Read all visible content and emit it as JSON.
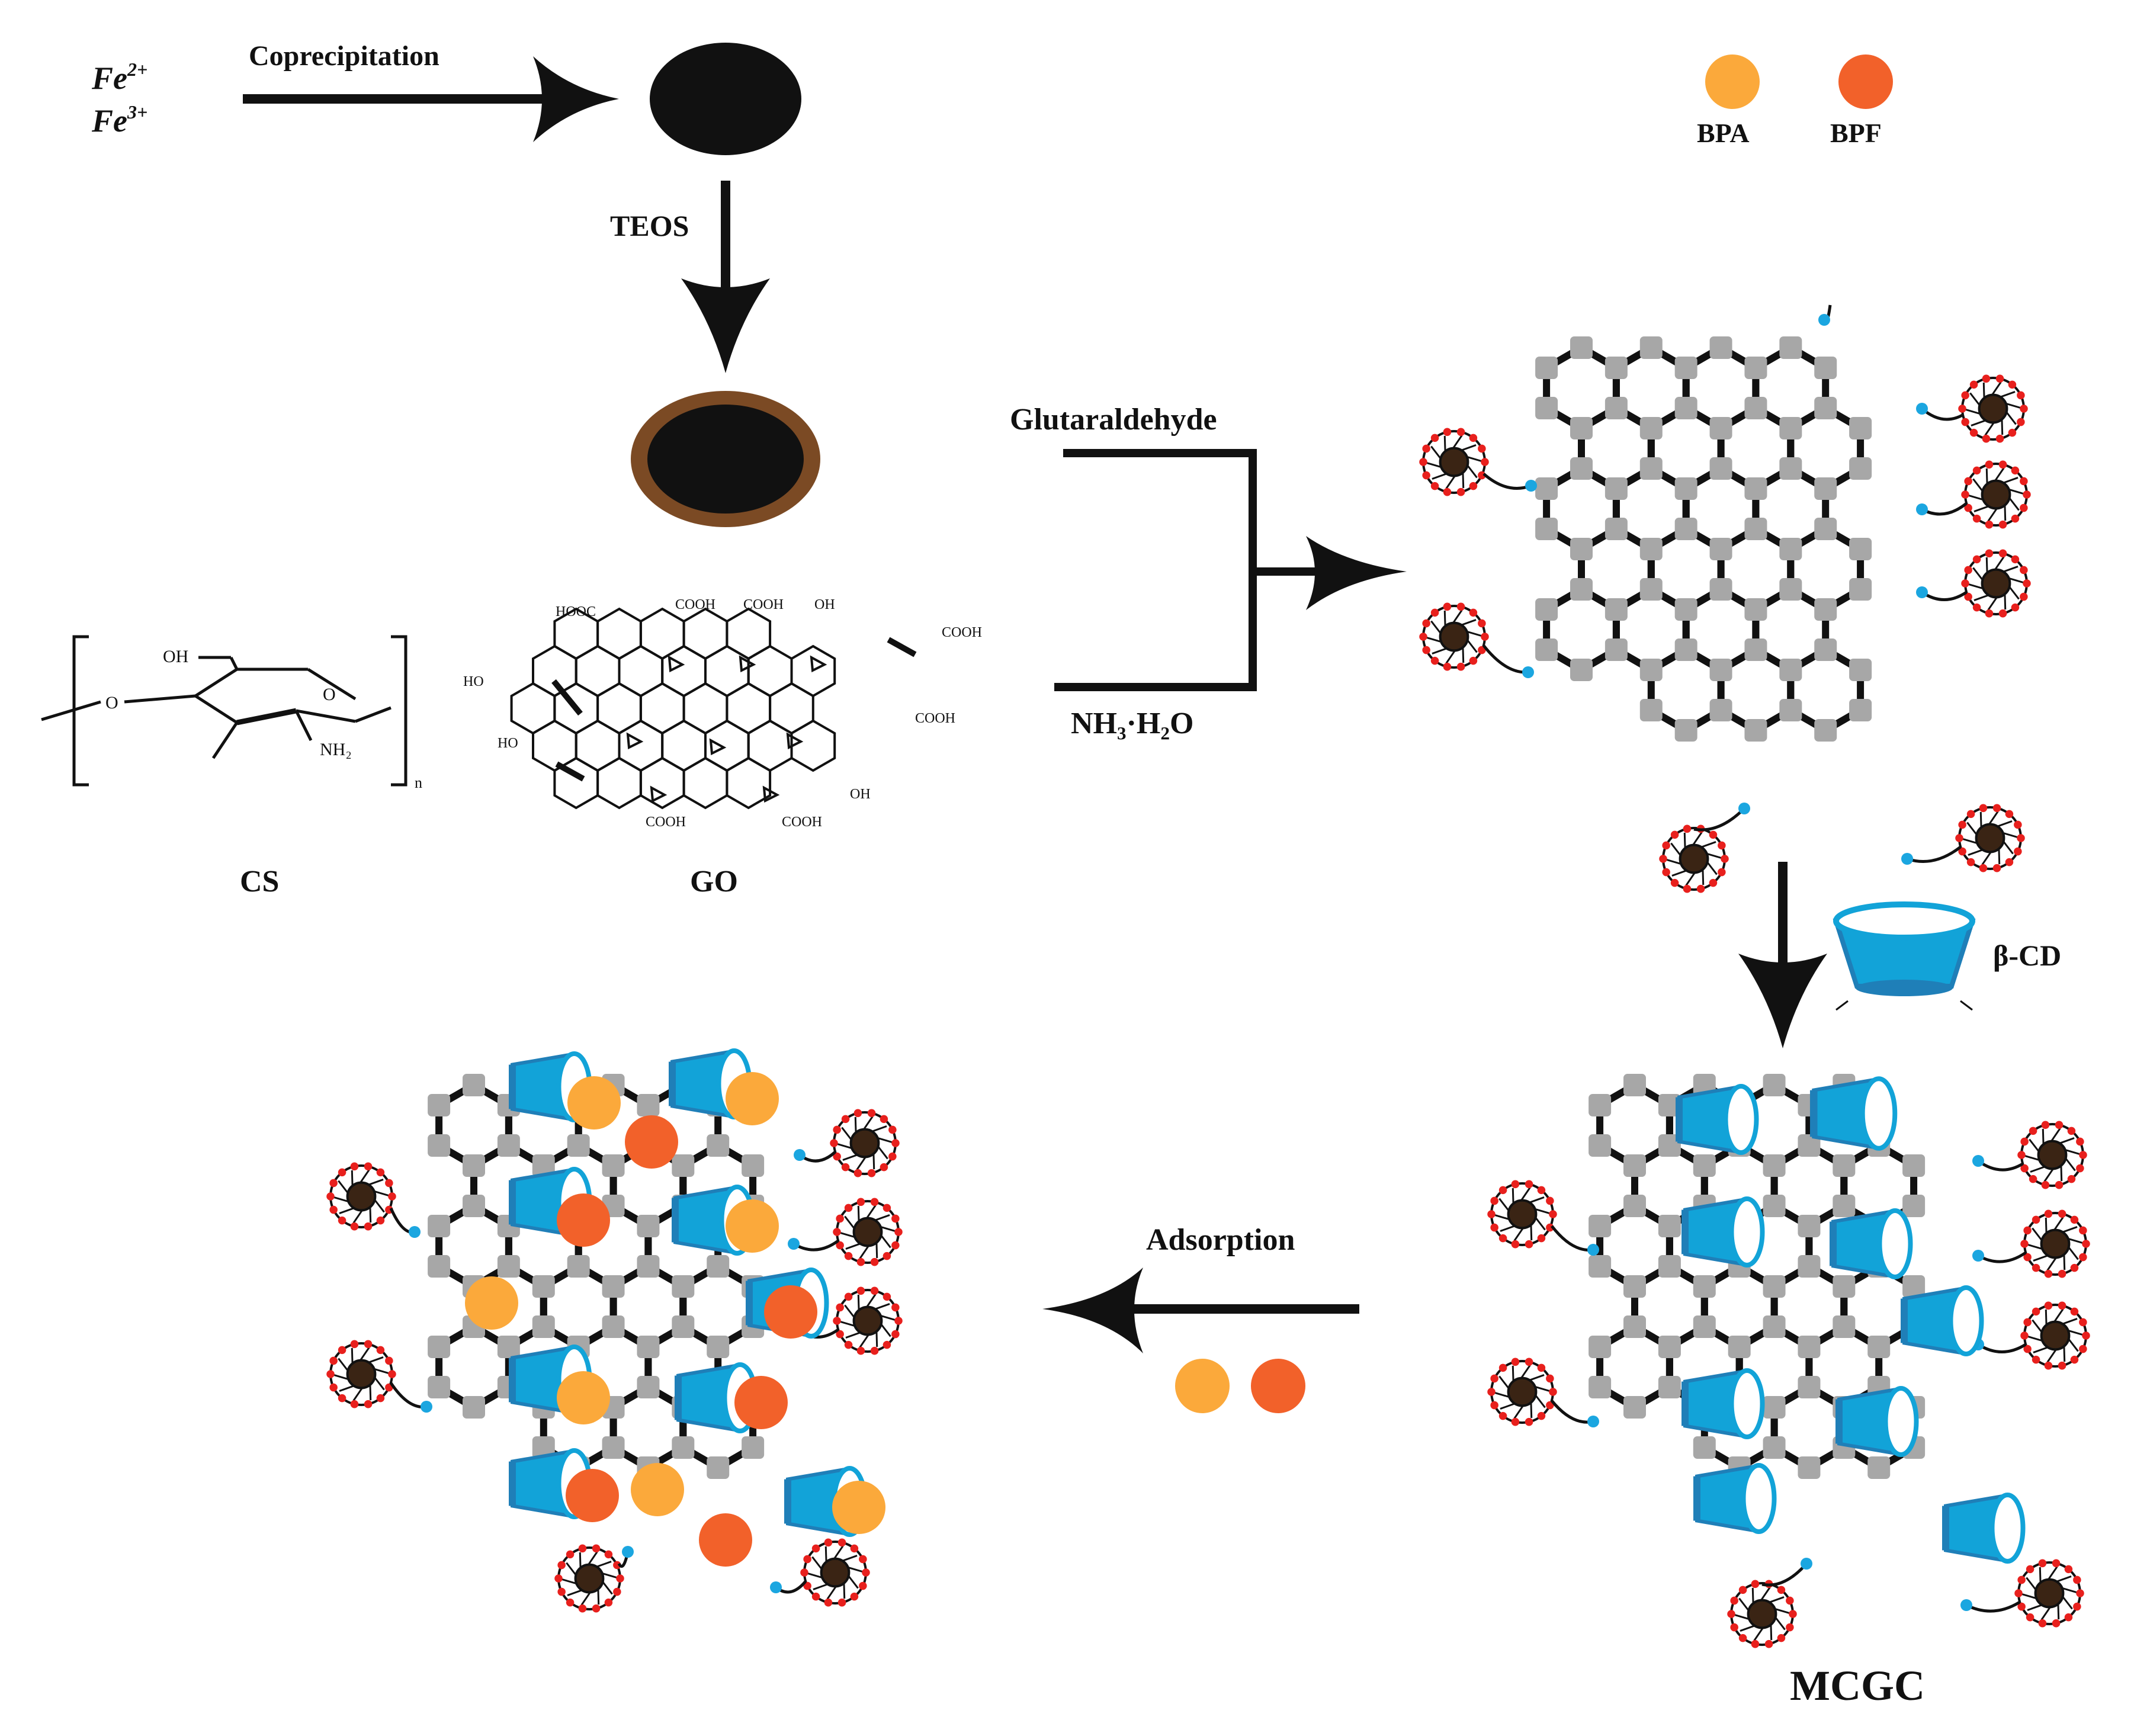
{
  "labels": {
    "fe2": "Fe",
    "fe2_sup": "2+",
    "fe3": "Fe",
    "fe3_sup": "3+",
    "coprecipitation": "Coprecipitation",
    "teos": "TEOS",
    "glutaraldehyde": "Glutaraldehyde",
    "nh3_h2o": "NH₃·H₂O",
    "cs": "CS",
    "go": "GO",
    "beta_cd": "β-CD",
    "mcgc": "MCGC",
    "adsorption": "Adsorption",
    "bpa": "BPA",
    "bpf": "BPF"
  },
  "chem": {
    "oh": "OH",
    "nh2": "NH₂",
    "n": "n",
    "hooc": "HOOC",
    "cooh": "COOH",
    "ho": "HO",
    "o": "O"
  },
  "colors": {
    "bpa": "#FBA93B",
    "bpf": "#F2612A",
    "core": "#111111",
    "shell": "#7B4A24",
    "node": "#A7A7A7",
    "cd": "#12A3D8",
    "cd_dark": "#1F7FB8",
    "link": "#1BA6E0",
    "particle_dot": "#E8201D"
  }
}
